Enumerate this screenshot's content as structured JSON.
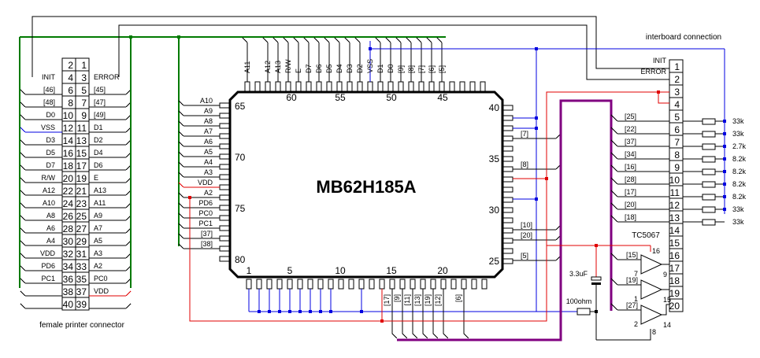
{
  "colors": {
    "green": "#007a00",
    "blue": "#0000e0",
    "red": "#e00000",
    "purple": "#800080",
    "black": "#000000"
  },
  "chip": {
    "name": "MB62H185A",
    "pin_numbers_top": [
      "60",
      "55",
      "50",
      "45"
    ],
    "pin_numbers_left": [
      "65",
      "70",
      "75",
      "80"
    ],
    "pin_numbers_right": [
      "40",
      "35",
      "30",
      "25"
    ],
    "pin_numbers_bottom": [
      "1",
      "5",
      "10",
      "15",
      "20"
    ],
    "top_labels": [
      "A11",
      "",
      "A12",
      "A13",
      "R/W",
      "E",
      "D7",
      "D6",
      "D5",
      "D4",
      "D3",
      "D2",
      "VSS",
      "D1",
      "D0",
      "[9]",
      "[8]",
      "[7]",
      "[6]",
      "[5]"
    ],
    "left_labels": [
      "A10",
      "A9",
      "A8",
      "A7",
      "A6",
      "A5",
      "A4",
      "A3",
      "VDD",
      "A2",
      "PD6",
      "PC0",
      "PC1",
      "[37]",
      "[38]"
    ],
    "right_labels": [
      "[7]",
      "[8]",
      "[10]",
      "[20]",
      "[5]"
    ],
    "bottom_labels": [
      "[17]",
      "[9]",
      "[11]",
      "[13]",
      "[19]",
      "[12]",
      "[6]"
    ]
  },
  "printer_connector": {
    "title": "female printer connector",
    "rows": [
      {
        "left": "",
        "even": "2",
        "odd": "1",
        "right": ""
      },
      {
        "left": "INIT",
        "even": "4",
        "odd": "3",
        "right": "ERROR"
      },
      {
        "left": "[46]",
        "even": "6",
        "odd": "5",
        "right": "[45]"
      },
      {
        "left": "[48]",
        "even": "8",
        "odd": "7",
        "right": "[47]"
      },
      {
        "left": "D0",
        "even": "10",
        "odd": "9",
        "right": "[49]"
      },
      {
        "left": "VSS",
        "even": "12",
        "odd": "11",
        "right": "D1"
      },
      {
        "left": "D3",
        "even": "14",
        "odd": "13",
        "right": "D2"
      },
      {
        "left": "D5",
        "even": "16",
        "odd": "15",
        "right": "D4"
      },
      {
        "left": "D7",
        "even": "18",
        "odd": "17",
        "right": "D6"
      },
      {
        "left": "R/W",
        "even": "20",
        "odd": "19",
        "right": "E"
      },
      {
        "left": "A12",
        "even": "22",
        "odd": "21",
        "right": "A13"
      },
      {
        "left": "A10",
        "even": "24",
        "odd": "23",
        "right": "A11"
      },
      {
        "left": "A8",
        "even": "26",
        "odd": "25",
        "right": "A9"
      },
      {
        "left": "A6",
        "even": "28",
        "odd": "27",
        "right": "A7"
      },
      {
        "left": "A4",
        "even": "30",
        "odd": "29",
        "right": "A5"
      },
      {
        "left": "VDD",
        "even": "32",
        "odd": "31",
        "right": "A3"
      },
      {
        "left": "PD6",
        "even": "34",
        "odd": "33",
        "right": "A2"
      },
      {
        "left": "PC1",
        "even": "36",
        "odd": "35",
        "right": "PC0"
      },
      {
        "left": "",
        "even": "38",
        "odd": "37",
        "right": "VDD"
      },
      {
        "left": "",
        "even": "40",
        "odd": "39",
        "right": ""
      }
    ]
  },
  "interboard": {
    "title": "interboard connection",
    "pins": [
      "1",
      "2",
      "3",
      "4",
      "5",
      "6",
      "7",
      "8",
      "9",
      "10",
      "11",
      "12",
      "13",
      "14",
      "15",
      "16",
      "17",
      "18",
      "19",
      "20"
    ],
    "labels": [
      "INIT",
      "ERROR",
      "",
      "",
      "[25]",
      "[22]",
      "[37]",
      "[34]",
      "[16]",
      "[28]",
      "[17]",
      "[20]",
      "[18]"
    ],
    "resistors": [
      "33k",
      "33k",
      "2.7k",
      "8.2k",
      "8.2k",
      "8.2k",
      "8.2k",
      "33k",
      "33k"
    ]
  },
  "buffer": {
    "name": "TC5067",
    "inputs": [
      "[15]",
      "[19]",
      "[27]"
    ],
    "in_pins": [
      "7",
      "1",
      "2"
    ],
    "out_pins": [
      "9",
      "15",
      "14"
    ],
    "vcc_pin": "16",
    "gnd_pin": "8"
  },
  "components": {
    "capacitor": "3.3uF",
    "resistor": "100ohm"
  }
}
